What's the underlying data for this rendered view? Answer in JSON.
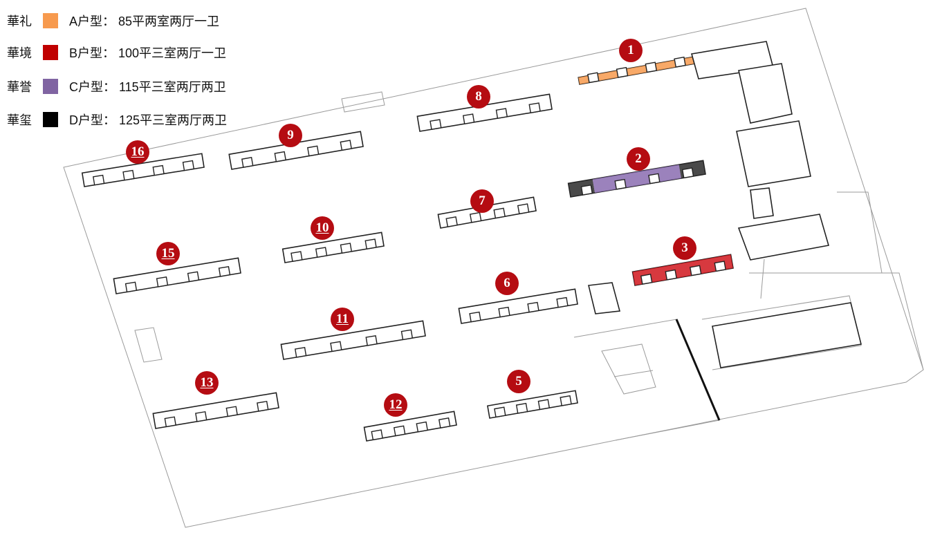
{
  "legend": [
    {
      "series": "華礼",
      "color": "#f79a4e",
      "text": "A户型： 85平两室两厅一卫"
    },
    {
      "series": "華境",
      "color": "#c00000",
      "text": "B户型： 100平三室两厅一卫"
    },
    {
      "series": "華誉",
      "color": "#8064a2",
      "text": "C户型： 115平三室两厅两卫"
    },
    {
      "series": "華玺",
      "color": "#000000",
      "text": "D户型： 125平三室两厅两卫"
    }
  ],
  "buildings": [
    {
      "label": "1",
      "underlined": false,
      "fill": "A"
    },
    {
      "label": "2",
      "underlined": false,
      "fill": "C+D"
    },
    {
      "label": "3",
      "underlined": false,
      "fill": "B"
    },
    {
      "label": "5",
      "underlined": false,
      "fill": ""
    },
    {
      "label": "6",
      "underlined": false,
      "fill": ""
    },
    {
      "label": "7",
      "underlined": false,
      "fill": ""
    },
    {
      "label": "8",
      "underlined": false,
      "fill": ""
    },
    {
      "label": "9",
      "underlined": false,
      "fill": ""
    },
    {
      "label": "10",
      "underlined": true,
      "fill": ""
    },
    {
      "label": "11",
      "underlined": true,
      "fill": ""
    },
    {
      "label": "12",
      "underlined": true,
      "fill": ""
    },
    {
      "label": "13",
      "underlined": true,
      "fill": ""
    },
    {
      "label": "15",
      "underlined": true,
      "fill": ""
    },
    {
      "label": "16",
      "underlined": true,
      "fill": ""
    }
  ],
  "colors": {
    "marker": "#b50c12",
    "outline": "#222222",
    "site": "#9a9a9a"
  }
}
